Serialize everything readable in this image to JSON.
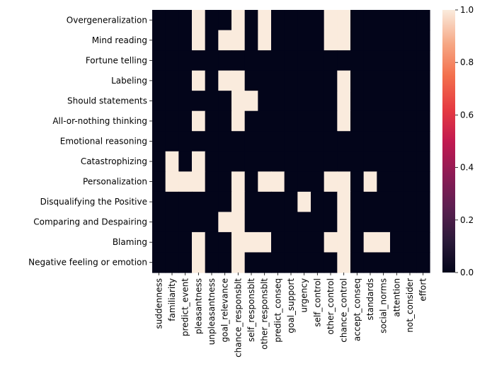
{
  "chart_data": {
    "type": "heatmap",
    "title": "",
    "xlabel": "",
    "ylabel": "",
    "rows": [
      "Overgeneralization",
      "Mind reading",
      "Fortune telling",
      "Labeling",
      "Should statements",
      "All-or-nothing thinking",
      "Emotional reasoning",
      "Catastrophizing",
      "Personalization",
      "Disqualifying the Positive",
      "Comparing and Despairing",
      "Blaming",
      "Negative feeling or emotion"
    ],
    "columns": [
      "suddenness",
      "familiarity",
      "predict_event",
      "pleasantness",
      "unpleasantness",
      "goal_relevance",
      "chance_responsblt",
      "self_responsblt",
      "other_responsblt",
      "predict_conseq",
      "goal_support",
      "urgency",
      "self_control",
      "other_control",
      "chance_control",
      "accept_conseq",
      "standards",
      "social_norms",
      "attention",
      "not_consider",
      "effort"
    ],
    "values": [
      [
        0,
        0,
        0,
        1,
        0,
        0,
        1,
        0,
        1,
        0,
        0,
        0,
        0,
        1,
        1,
        0,
        0,
        0,
        0,
        0,
        0
      ],
      [
        0,
        0,
        0,
        1,
        0,
        1,
        1,
        0,
        1,
        0,
        0,
        0,
        0,
        1,
        1,
        0,
        0,
        0,
        0,
        0,
        0
      ],
      [
        0,
        0,
        0,
        0,
        0,
        0,
        0,
        0,
        0,
        0,
        0,
        0,
        0,
        0,
        0,
        0,
        0,
        0,
        0,
        0,
        0
      ],
      [
        0,
        0,
        0,
        1,
        0,
        1,
        1,
        0,
        0,
        0,
        0,
        0,
        0,
        0,
        1,
        0,
        0,
        0,
        0,
        0,
        0
      ],
      [
        0,
        0,
        0,
        0,
        0,
        0,
        1,
        1,
        0,
        0,
        0,
        0,
        0,
        0,
        1,
        0,
        0,
        0,
        0,
        0,
        0
      ],
      [
        0,
        0,
        0,
        1,
        0,
        0,
        1,
        0,
        0,
        0,
        0,
        0,
        0,
        0,
        1,
        0,
        0,
        0,
        0,
        0,
        0
      ],
      [
        0,
        0,
        0,
        0,
        0,
        0,
        0,
        0,
        0,
        0,
        0,
        0,
        0,
        0,
        0,
        0,
        0,
        0,
        0,
        0,
        0
      ],
      [
        0,
        1,
        0,
        1,
        0,
        0,
        0,
        0,
        0,
        0,
        0,
        0,
        0,
        0,
        0,
        0,
        0,
        0,
        0,
        0,
        0
      ],
      [
        0,
        1,
        1,
        1,
        0,
        0,
        1,
        0,
        1,
        1,
        0,
        0,
        0,
        1,
        1,
        0,
        1,
        0,
        0,
        0,
        0
      ],
      [
        0,
        0,
        0,
        0,
        0,
        0,
        1,
        0,
        0,
        0,
        0,
        1,
        0,
        0,
        1,
        0,
        0,
        0,
        0,
        0,
        0
      ],
      [
        0,
        0,
        0,
        0,
        0,
        1,
        1,
        0,
        0,
        0,
        0,
        0,
        0,
        0,
        1,
        0,
        0,
        0,
        0,
        0,
        0
      ],
      [
        0,
        0,
        0,
        1,
        0,
        0,
        1,
        1,
        1,
        0,
        0,
        0,
        0,
        1,
        1,
        0,
        1,
        1,
        0,
        0,
        0
      ],
      [
        0,
        0,
        0,
        1,
        0,
        0,
        1,
        0,
        0,
        0,
        0,
        0,
        0,
        0,
        1,
        0,
        0,
        0,
        0,
        0,
        0
      ]
    ],
    "value_range": [
      0,
      1
    ],
    "colormap": "rocket",
    "color_low": "#03051a",
    "color_high": "#faebdd",
    "colorbar_ticks": [
      "0.0",
      "0.2",
      "0.4",
      "0.6",
      "0.8",
      "1.0"
    ],
    "colorbar_tick_values": [
      0,
      0.2,
      0.4,
      0.6,
      0.8,
      1.0
    ]
  }
}
